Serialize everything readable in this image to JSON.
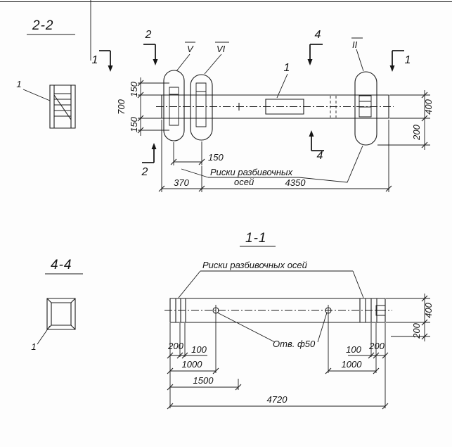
{
  "colors": {
    "line": "#1b1b1b",
    "background": "#fdfdfd"
  },
  "titles": {
    "section22": "2-2",
    "section44": "4-4",
    "section11": "1-1"
  },
  "parts": {
    "detail22": "1",
    "detail44": "1",
    "beam_part": "1"
  },
  "cuts": {
    "c1_left": "1",
    "c1_right": "1",
    "c2_top": "2",
    "c2_bottom": "2",
    "c4_top": "4",
    "c4_bottom": "4"
  },
  "welds": {
    "v": "V",
    "vi": "VI",
    "ii": "II"
  },
  "notes": {
    "axis_line1": "Риски разбивочных",
    "axis_line2": "осей",
    "axis_plan": "Риски разбивочных осей",
    "hole": "Отв. ф50"
  },
  "dims_elev": {
    "top150": "150",
    "mid700": "700",
    "bot150": "150",
    "right400": "400",
    "right200": "200",
    "gap150": "150",
    "off370": "370",
    "len4350": "4350"
  },
  "dims_plan": {
    "right400": "400",
    "right200": "200",
    "l200": "200",
    "l100": "100",
    "r100": "100",
    "r200": "200",
    "l1000": "1000",
    "r1000": "1000",
    "l1500": "1500",
    "total": "4720"
  }
}
